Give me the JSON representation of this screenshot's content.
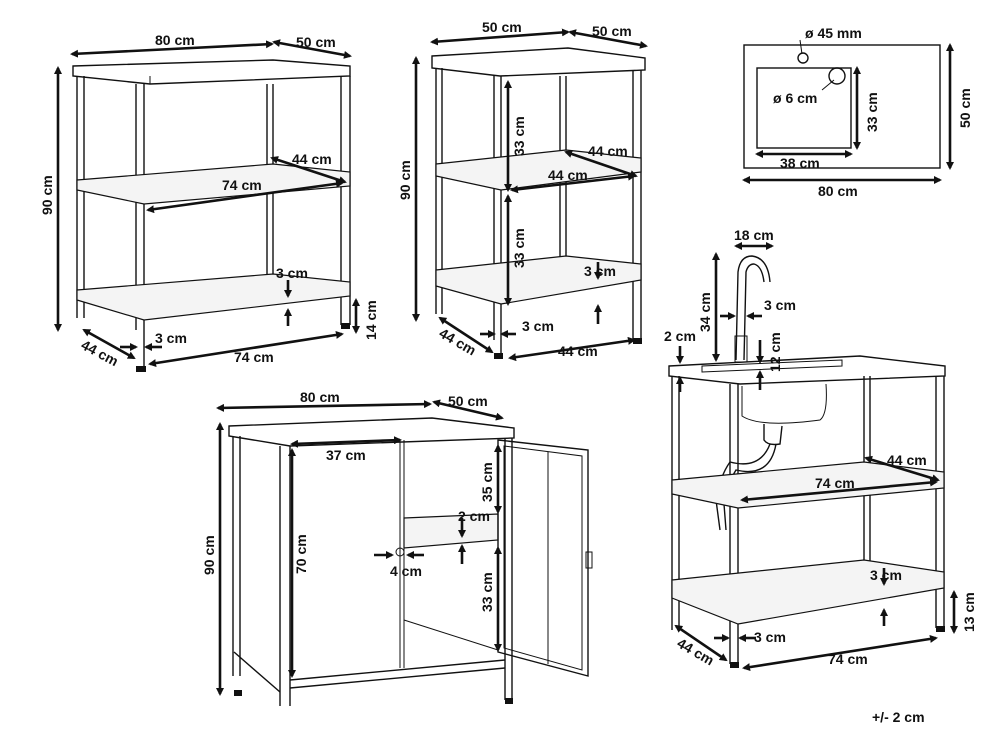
{
  "colors": {
    "line": "#111111",
    "background": "#ffffff",
    "shelf": "#f4f4f4"
  },
  "shelf_3tier": {
    "width": "80 cm",
    "depth": "50 cm",
    "height": "90 cm",
    "inner_depth": "44 cm",
    "inner_width": "74 cm",
    "shelf_thickness": "3 cm",
    "frame": "3 cm",
    "foot_height": "14 cm",
    "side": "44 cm",
    "bottom_width": "74 cm"
  },
  "shelf_narrow": {
    "width": "50 cm",
    "depth": "50 cm",
    "height": "90 cm",
    "upper_gap": "33 cm",
    "lower_gap": "33 cm",
    "inner_depth": "44 cm",
    "inner_width": "44 cm",
    "shelf_thickness": "3 cm",
    "frame": "3 cm",
    "side": "44 cm",
    "bottom_width": "44 cm"
  },
  "sink_top": {
    "hole": "ø 45 mm",
    "faucet_hole": "ø 6 cm",
    "basin_depth": "33 cm",
    "depth": "50 cm",
    "basin_width": "38 cm",
    "width": "80 cm"
  },
  "cabinet": {
    "width": "80 cm",
    "depth": "50 cm",
    "height": "90 cm",
    "door_width": "37 cm",
    "inner_height": "70 cm",
    "upper_gap": "35 cm",
    "shelf_thickness": "2 cm",
    "lower_gap": "33 cm",
    "hinge": "4 cm"
  },
  "sink_unit": {
    "faucet_reach": "18 cm",
    "faucet_height": "34 cm",
    "faucet_base": "3 cm",
    "rim": "2 cm",
    "basin": "12 cm",
    "inner_depth": "44 cm",
    "inner_width": "74 cm",
    "shelf_thickness": "3 cm",
    "frame": "3 cm",
    "foot_height": "13 cm",
    "side": "44 cm",
    "bottom_width": "74 cm"
  },
  "tolerance": "+/- 2 cm"
}
